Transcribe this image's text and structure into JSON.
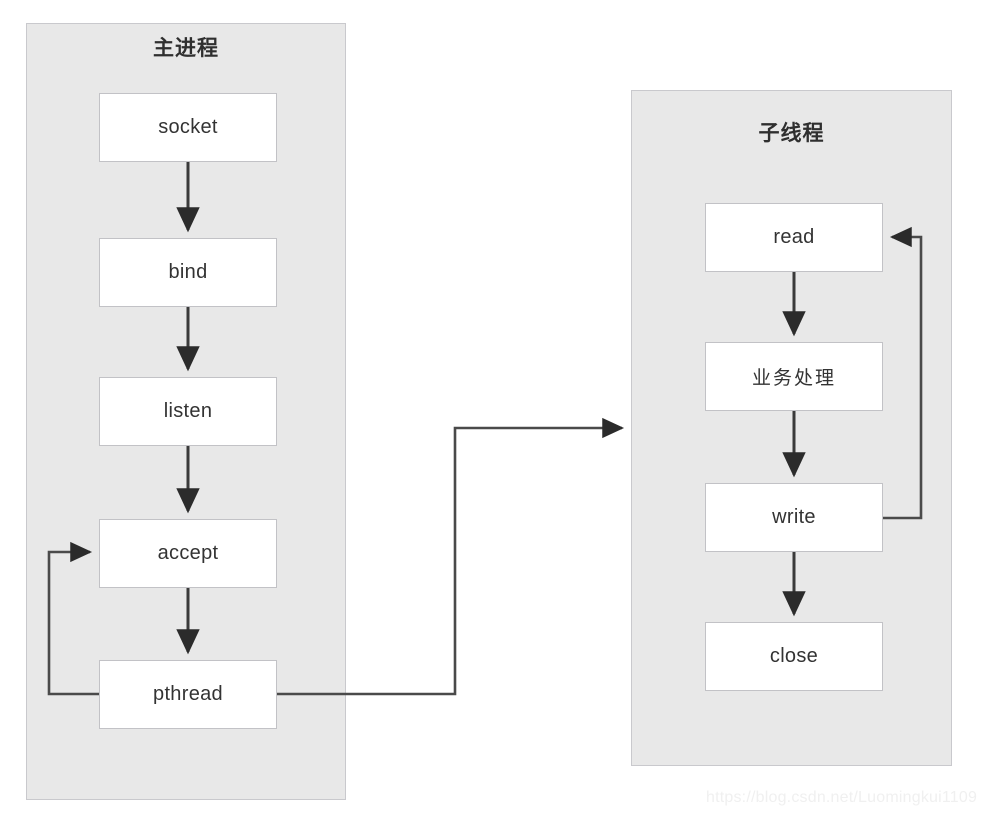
{
  "diagram": {
    "type": "flowchart",
    "title_main": "主进程",
    "title_child": "子线程",
    "colors": {
      "panel_fill": "#e8e8e8",
      "panel_border": "#c9c9cd",
      "node_fill": "#ffffff",
      "node_border": "#c2c2c6",
      "arrow": "#3a3a3a",
      "text": "#333333",
      "watermark": "#f0f0f0"
    }
  },
  "main_process": {
    "title": "主进程",
    "nodes": [
      {
        "id": "socket",
        "label": "socket"
      },
      {
        "id": "bind",
        "label": "bind"
      },
      {
        "id": "listen",
        "label": "listen"
      },
      {
        "id": "accept",
        "label": "accept"
      },
      {
        "id": "pthread",
        "label": "pthread"
      }
    ]
  },
  "child_thread": {
    "title": "子线程",
    "nodes": [
      {
        "id": "read",
        "label": "read"
      },
      {
        "id": "handle",
        "label": "业务处理"
      },
      {
        "id": "write",
        "label": "write"
      },
      {
        "id": "close",
        "label": "close"
      }
    ]
  },
  "edges": [
    {
      "from": "socket",
      "to": "bind",
      "kind": "down-arrow"
    },
    {
      "from": "bind",
      "to": "listen",
      "kind": "down-arrow"
    },
    {
      "from": "listen",
      "to": "accept",
      "kind": "down-arrow"
    },
    {
      "from": "accept",
      "to": "pthread",
      "kind": "down-arrow"
    },
    {
      "from": "pthread",
      "to": "accept",
      "kind": "loop-left-arrow"
    },
    {
      "from": "pthread",
      "to": "child_thread",
      "kind": "cross-panel-arrow"
    },
    {
      "from": "read",
      "to": "handle",
      "kind": "down-arrow"
    },
    {
      "from": "handle",
      "to": "write",
      "kind": "down-arrow"
    },
    {
      "from": "write",
      "to": "read",
      "kind": "loop-right-arrow"
    },
    {
      "from": "write",
      "to": "close",
      "kind": "down-arrow"
    }
  ],
  "watermark": {
    "text": "https://blog.csdn.net/Luomingkui1109"
  }
}
